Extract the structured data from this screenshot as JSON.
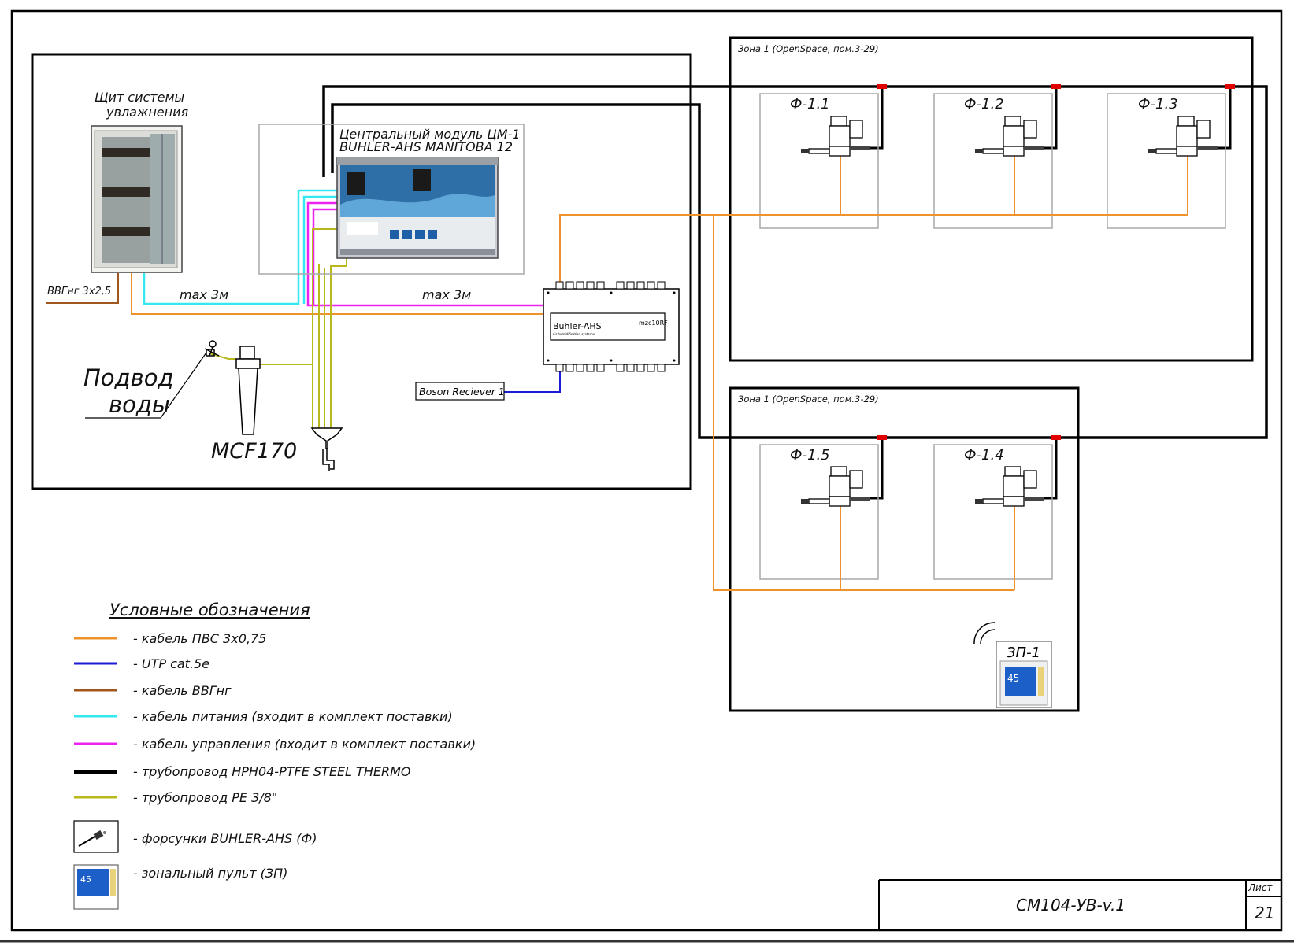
{
  "panel": {
    "line1": "Щит системы",
    "line2": "увлажнения"
  },
  "central_module": {
    "line1": "Центральный модуль ЦМ-1",
    "line2": "BUHLER-AHS MANITOBA 12"
  },
  "controller": {
    "brand": "Buhler-AHS",
    "model": "mzc10RF",
    "tagline": "air humidification systems"
  },
  "cables": {
    "vvg_label": "ВВГнг 3х2,5",
    "max_power": "max 3м",
    "max_control": "max 3м"
  },
  "receiver": {
    "label": "Boson Reciever 1"
  },
  "water_supply": {
    "line1": "Подвод",
    "line2": "воды"
  },
  "filter": {
    "label": "MCF170"
  },
  "zones": [
    {
      "title": "Зона 1 (OpenSpace, пом.3-29)",
      "nozzles": [
        "Ф-1.1",
        "Ф-1.2",
        "Ф-1.3"
      ]
    },
    {
      "title": "Зона 1 (OpenSpace, пом.3-29)",
      "nozzles": [
        "Ф-1.5",
        "Ф-1.4"
      ]
    }
  ],
  "zone_panel": {
    "label": "ЗП-1",
    "display": "45"
  },
  "legend": {
    "title": "Условные обозначения",
    "items": [
      {
        "color": "#f0922b",
        "text": "- кабель ПВС 3х0,75"
      },
      {
        "color": "#1c1cd6",
        "text": "- UTP cat.5e"
      },
      {
        "color": "#a0561c",
        "text": "- кабель ВВГнг"
      },
      {
        "color": "#33e8ef",
        "text": "- кабель питания (входит в комплект поставки)"
      },
      {
        "color": "#ee22ee",
        "text": "- кабель управления (входит в комплект поставки)"
      },
      {
        "color": "#000000",
        "text": "- трубопровод HPH04-PTFE STEEL THERMO"
      },
      {
        "color": "#b8b81c",
        "text": "- трубопровод PE 3/8\""
      }
    ],
    "nozzle_text": "- форсунки BUHLER-AHS (Ф)",
    "panel_text": "- зональный пульт (ЗП)"
  },
  "title_block": {
    "code": "СМ104-УВ-v.1",
    "sheet_label": "Лист",
    "sheet_number": "21"
  }
}
